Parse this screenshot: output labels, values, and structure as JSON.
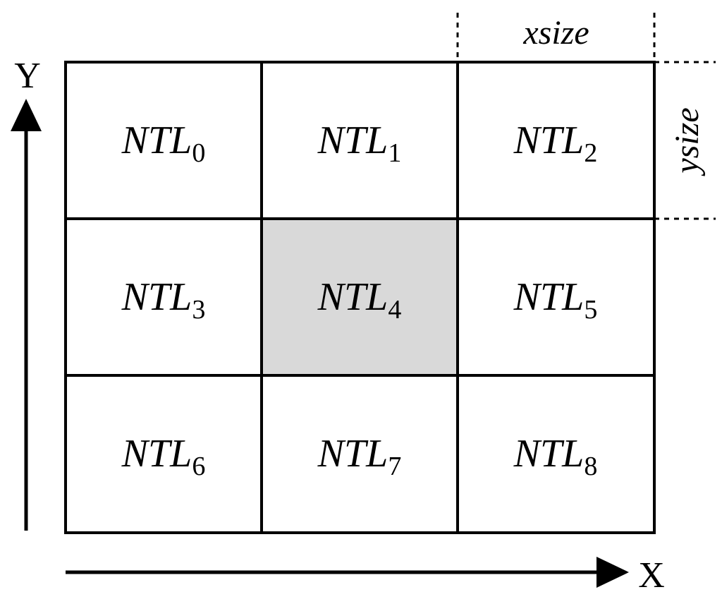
{
  "axes": {
    "x_label": "X",
    "y_label": "Y"
  },
  "dimensions": {
    "x_label": "xsize",
    "y_label": "ysize"
  },
  "grid": {
    "rows": 3,
    "cols": 3,
    "highlight_fill": "#d9d9d9",
    "cells": [
      {
        "prefix": "NTL",
        "index": "0",
        "highlighted": false
      },
      {
        "prefix": "NTL",
        "index": "1",
        "highlighted": false
      },
      {
        "prefix": "NTL",
        "index": "2",
        "highlighted": false
      },
      {
        "prefix": "NTL",
        "index": "3",
        "highlighted": false
      },
      {
        "prefix": "NTL",
        "index": "4",
        "highlighted": true
      },
      {
        "prefix": "NTL",
        "index": "5",
        "highlighted": false
      },
      {
        "prefix": "NTL",
        "index": "6",
        "highlighted": false
      },
      {
        "prefix": "NTL",
        "index": "7",
        "highlighted": false
      },
      {
        "prefix": "NTL",
        "index": "8",
        "highlighted": false
      }
    ]
  }
}
